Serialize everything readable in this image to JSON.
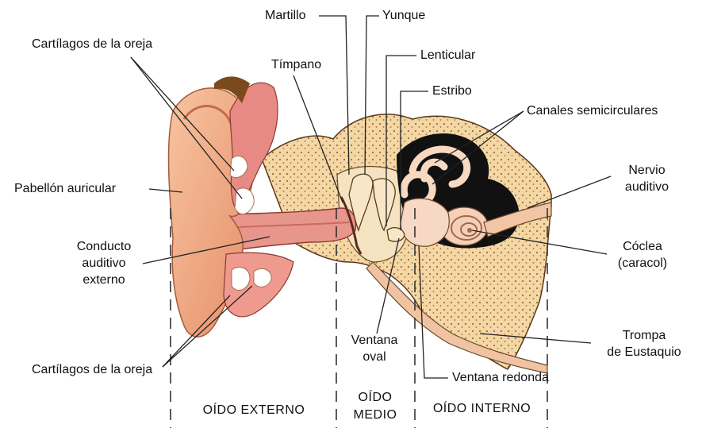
{
  "labels": {
    "martillo": "Martillo",
    "yunque": "Yunque",
    "cartilagos_top": "Cartílagos de la oreja",
    "timpano": "Tímpano",
    "lenticular": "Lenticular",
    "estribo": "Estribo",
    "canales": "Canales semicirculares",
    "nervio": "Nervio\nauditivo",
    "pabellon": "Pabellón auricular",
    "conducto": "Conducto\nauditivo\nexterno",
    "coclea": "Cóclea\n(caracol)",
    "ventana_oval": "Ventana\noval",
    "trompa": "Trompa\nde Eustaquio",
    "ventana_redonda": "Ventana redonda",
    "cartilagos_bottom": "Cartílagos de la oreja"
  },
  "sections": {
    "externo": "OÍDO EXTERNO",
    "medio": "OÍDO\nMEDIO",
    "interno": "OÍDO INTERNO"
  },
  "colors": {
    "skin": "#eda07a",
    "skin_light": "#f7c9a6",
    "canal": "#e58d8a",
    "bone": "#f3d7a4",
    "cavity": "#111111",
    "hair": "#7a4a1c"
  }
}
